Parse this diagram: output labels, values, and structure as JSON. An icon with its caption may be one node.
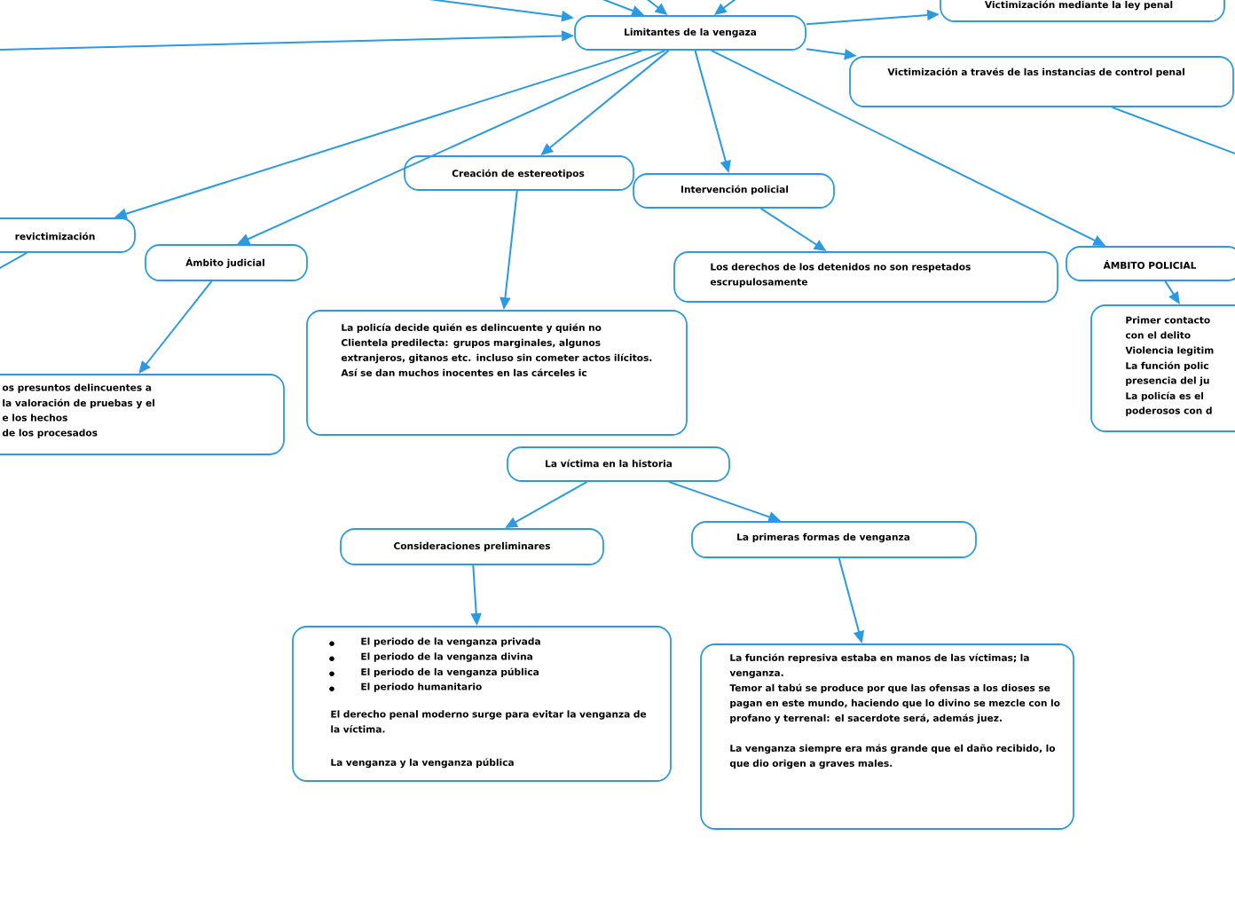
{
  "diagram": {
    "nodes": [
      {
        "text": [
          "Limitantes de la vengaza"
        ]
      },
      {
        "text": [
          "Victimización mediante la ley penal"
        ]
      },
      {
        "text": [
          "Victimización a través de las instancias de control penal"
        ]
      },
      {
        "text": [
          "revictimización"
        ]
      },
      {
        "text": [
          "Creación de estereotipos"
        ]
      },
      {
        "text": [
          "Intervención policial"
        ]
      },
      {
        "text": [
          "Ámbito judicial"
        ]
      },
      {
        "text": [
          "ÁMBITO POLICIAL"
        ]
      },
      {
        "text": [
          "Los derechos de los detenidos no son respetados escrupulosamente"
        ]
      },
      {
        "text": [
          "La policía decide quién es delincuente y quién no",
          "Clientela predilecta: grupos marginales, algunos extranjeros, gitanos etc. incluso sin cometer actos ilícitos.",
          "Así se dan muchos inocentes en las cárceles ic"
        ]
      },
      {
        "text": [
          "os presuntos delincuentes a",
          "la valoración de pruebas y el",
          "e los hechos",
          "de los procesados"
        ]
      },
      {
        "text": [
          "Primer contacto",
          "con el delito",
          "Violencia legitim",
          "La función polic",
          "presencia del ju",
          "La policía es el",
          "poderosos con d"
        ]
      },
      {
        "text": [
          "La víctima en la historia"
        ]
      },
      {
        "text": [
          "Consideraciones preliminares"
        ]
      },
      {
        "text": [
          "La primeras formas de venganza"
        ]
      },
      {
        "text": [
          "El periodo de la venganza privada",
          "El periodo de la venganza divina",
          "El periodo de la venganza pública",
          "El periodo humanitario",
          "El derecho penal moderno surge para evitar la venganza de la víctima.",
          "La venganza y la venganza pública"
        ]
      },
      {
        "text": [
          "La función represiva estaba en manos de las víctimas; la venganza.",
          "Temor al tabú se produce por que las ofensas a los dioses se pagan en este mundo, haciendo que lo divino se mezcle con lo profano y terrenal: el sacerdote será, además juez.",
          "La venganza siempre era más grande que el daño recibido, lo que dio origen a graves males."
        ]
      }
    ],
    "edges": [
      {
        "from": null,
        "to": 0,
        "arrow": "to"
      },
      {
        "from": null,
        "to": 0,
        "arrow": "to"
      },
      {
        "from": null,
        "to": 0,
        "arrow": "to"
      },
      {
        "from": null,
        "to": 0,
        "arrow": "to"
      },
      {
        "from": null,
        "to": 0,
        "arrow": "to"
      },
      {
        "from": 0,
        "to": 1,
        "arrow": "to"
      },
      {
        "from": 0,
        "to": 2,
        "arrow": "to"
      },
      {
        "from": 0,
        "to": 3,
        "arrow": "to"
      },
      {
        "from": 0,
        "to": 6,
        "arrow": "to"
      },
      {
        "from": 0,
        "to": 4,
        "arrow": "to"
      },
      {
        "from": 0,
        "to": 5,
        "arrow": "to"
      },
      {
        "from": 0,
        "to": 7,
        "arrow": "to"
      },
      {
        "from": 5,
        "to": 8,
        "arrow": "to"
      },
      {
        "from": 4,
        "to": 9,
        "arrow": "to"
      },
      {
        "from": 6,
        "to": 10,
        "arrow": "to"
      },
      {
        "from": 7,
        "to": 11,
        "arrow": "to"
      },
      {
        "from": 12,
        "to": 13,
        "arrow": "to"
      },
      {
        "from": 12,
        "to": 14,
        "arrow": "to"
      },
      {
        "from": 13,
        "to": 15,
        "arrow": "to"
      },
      {
        "from": 14,
        "to": 16,
        "arrow": "to"
      },
      {
        "from": 3,
        "to": null,
        "arrow": "none"
      },
      {
        "from": 2,
        "to": null,
        "arrow": "none"
      }
    ]
  }
}
